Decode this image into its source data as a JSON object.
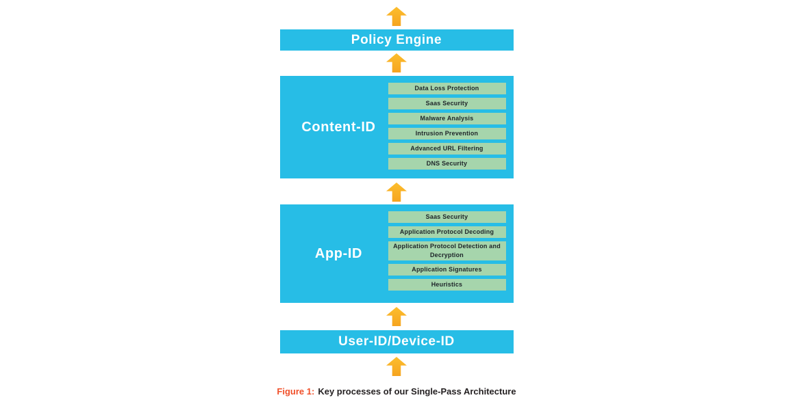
{
  "colors": {
    "block_cyan": "#27BDE6",
    "process_green": "#A6D5AC",
    "arrow_gold_top": "#FCBE2D",
    "arrow_gold_bottom": "#F6A41F",
    "label_white": "#FFFFFF",
    "process_text_dark": "#1D2328",
    "caption_accent_orange": "#F0502A",
    "caption_text_dark": "#231F20"
  },
  "diagram": {
    "policy_engine": {
      "label": "Policy Engine"
    },
    "content_id": {
      "label": "Content-ID",
      "items": [
        "Data Loss Protection",
        "Saas Security",
        "Malware Analysis",
        "Intrusion Prevention",
        "Advanced URL Filtering",
        "DNS Security"
      ]
    },
    "app_id": {
      "label": "App-ID",
      "items": [
        "Saas Security",
        "Application Protocol Decoding",
        "Application Protocol Detection and Decryption",
        "Application Signatures",
        "Heuristics"
      ]
    },
    "user_id": {
      "label": "User-ID/Device-ID"
    },
    "arrows": {
      "icon": "up-arrow",
      "count": 5,
      "direction": "up"
    }
  },
  "caption": {
    "prefix": "Figure 1:",
    "text": "Key processes of our Single-Pass Architecture"
  }
}
